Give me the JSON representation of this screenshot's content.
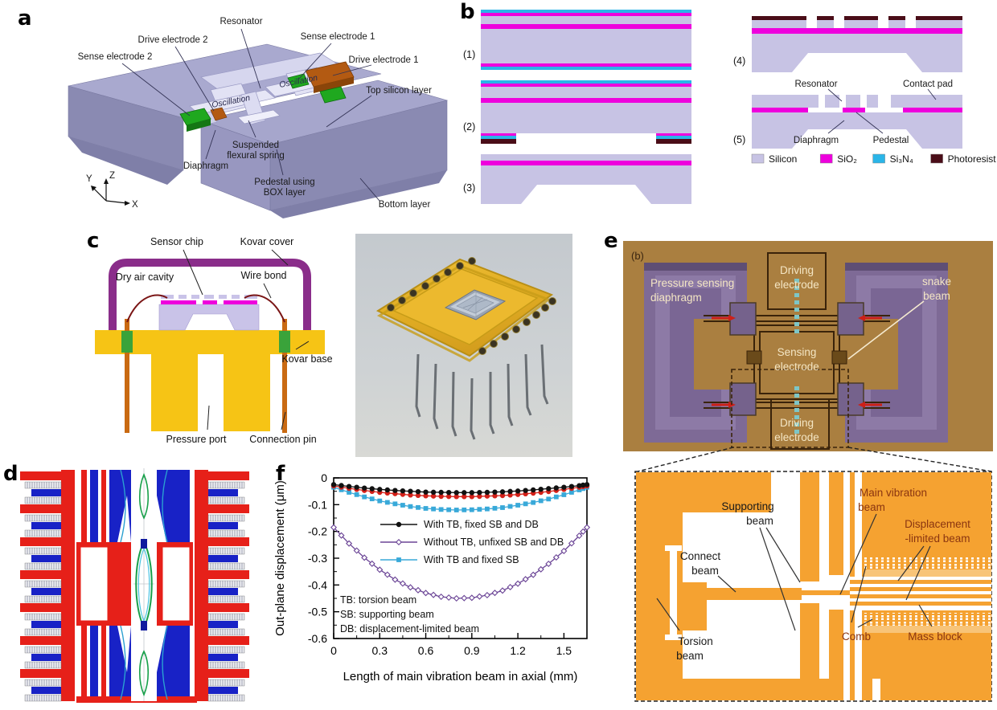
{
  "a": {
    "letter": "a",
    "labels": {
      "resonator": "Resonator",
      "drive2": "Drive electrode 2",
      "sense2": "Sense electrode 2",
      "sense1": "Sense electrode 1",
      "drive1": "Drive electrode 1",
      "top_silicon": "Top silicon layer",
      "oscillation_left": "Oscillation",
      "oscillation_right": "Oscillation",
      "suspended1": "Suspended",
      "suspended2": "flexural spring",
      "diaphragm": "Diaphragm",
      "pedestal1": "Pedestal using",
      "pedestal2": "BOX layer",
      "bottom_layer": "Bottom layer",
      "axis_x": "X",
      "axis_y": "Y",
      "axis_z": "Z"
    }
  },
  "b": {
    "letter": "b",
    "steps": [
      "(1)",
      "(2)",
      "(3)",
      "(4)",
      "(5)"
    ],
    "labels": {
      "resonator": "Resonator",
      "contact_pad": "Contact pad",
      "diaphragm": "Diaphragm",
      "pedestal": "Pedestal"
    },
    "legend": [
      {
        "name": "Silicon",
        "color": "#c7c3e4"
      },
      {
        "name": "SiO₂",
        "color": "#ee00dd"
      },
      {
        "name": "Si₃N₄",
        "color": "#2ab5e8"
      },
      {
        "name": "Photoresist",
        "color": "#4a0d18"
      }
    ]
  },
  "c": {
    "letter": "c",
    "labels": {
      "sensor_chip": "Sensor chip",
      "kovar_cover": "Kovar cover",
      "dry_air": "Dry air cavity",
      "wire_bond": "Wire bond",
      "kovar_base": "Kovar base",
      "pressure_port": "Pressure port",
      "connection_pin": "Connection pin"
    }
  },
  "d": {
    "letter": "d"
  },
  "e": {
    "letter": "e",
    "sub_label": "(b)",
    "labels": {
      "pressure1": "Pressure sensing",
      "pressure2": "diaphragm",
      "driving_top1": "Driving",
      "driving_top2": "electrode",
      "snake1": "snake",
      "snake2": "beam",
      "sensing1": "Sensing",
      "sensing2": "electrode",
      "driving_bot1": "Driving",
      "driving_bot2": "electrode"
    },
    "zoom_labels": {
      "supporting1": "Supporting",
      "supporting2": "beam",
      "main1": "Main vibration",
      "main2": "beam",
      "displacement1": "Displacement",
      "displacement2": "-limited beam",
      "connect1": "Connect",
      "connect2": "beam",
      "torsion1": "Torsion",
      "torsion2": "beam",
      "comb": "Comb",
      "mass": "Mass block"
    }
  },
  "f": {
    "letter": "f"
  },
  "chart_data": {
    "type": "line",
    "title": "",
    "xlabel": "Length of main vibration beam in axial (mm)",
    "ylabel": "Out-plane displacement (μm)",
    "xlim": [
      0,
      1.65
    ],
    "ylim": [
      -0.6,
      0
    ],
    "xticks": [
      0,
      0.3,
      0.6,
      0.9,
      1.2,
      1.5
    ],
    "yticks": [
      0,
      -0.1,
      -0.2,
      -0.3,
      -0.4,
      -0.5,
      -0.6
    ],
    "grid": false,
    "legend_position": "upper center inside",
    "annotations": [
      "TB: torsion beam",
      "SB: supporting beam",
      "DB: displacement-limited beam"
    ],
    "x": [
      0,
      0.1,
      0.2,
      0.3,
      0.4,
      0.5,
      0.6,
      0.7,
      0.8,
      0.9,
      1.0,
      1.1,
      1.2,
      1.3,
      1.4,
      1.5,
      1.6,
      1.65
    ],
    "series": [
      {
        "name": "Without TB, unfixed SB and DB",
        "color": "#6b4596",
        "marker": "diamond",
        "fill": false,
        "legend": true,
        "legend_order": 2,
        "y": [
          -0.185,
          -0.245,
          -0.298,
          -0.343,
          -0.38,
          -0.409,
          -0.43,
          -0.444,
          -0.45,
          -0.448,
          -0.438,
          -0.421,
          -0.395,
          -0.362,
          -0.321,
          -0.273,
          -0.216,
          -0.185
        ]
      },
      {
        "name": "With TB and fixed SB",
        "color": "#39a9d9",
        "marker": "square",
        "fill": true,
        "legend": true,
        "legend_order": 3,
        "y": [
          -0.035,
          -0.054,
          -0.071,
          -0.086,
          -0.097,
          -0.107,
          -0.114,
          -0.118,
          -0.12,
          -0.119,
          -0.116,
          -0.111,
          -0.102,
          -0.092,
          -0.079,
          -0.063,
          -0.045,
          -0.035
        ]
      },
      {
        "name": "",
        "color": "#d42019",
        "marker": "circle",
        "fill": true,
        "legend": false,
        "legend_order": 0,
        "y": [
          -0.03,
          -0.039,
          -0.047,
          -0.054,
          -0.059,
          -0.064,
          -0.067,
          -0.069,
          -0.07,
          -0.07,
          -0.068,
          -0.066,
          -0.062,
          -0.057,
          -0.051,
          -0.043,
          -0.035,
          -0.03
        ]
      },
      {
        "name": "With TB, fixed SB and DB",
        "color": "#111111",
        "marker": "circle",
        "fill": true,
        "legend": true,
        "legend_order": 1,
        "y": [
          -0.025,
          -0.032,
          -0.038,
          -0.043,
          -0.047,
          -0.05,
          -0.053,
          -0.054,
          -0.055,
          -0.055,
          -0.054,
          -0.052,
          -0.049,
          -0.045,
          -0.04,
          -0.035,
          -0.029,
          -0.025
        ]
      }
    ]
  },
  "colors": {
    "silicon": "#c7c3e4",
    "sio2": "#ee00dd",
    "si3n4": "#2ab5e8",
    "photoresist": "#4a0d18",
    "wafer_top": "#a6a6cc",
    "wafer_front": "#8a8ab2",
    "resonator_body": "#dcdcf2",
    "electrode_green": "#1fa81f",
    "electrode_orange": "#b35a12",
    "kovar_purple": "#8a2d8a",
    "base_gold": "#f6c415",
    "pin_orange": "#c96a12",
    "seal_green": "#3aa33a",
    "wire_red": "#7a1515",
    "micrograph_tan": "#aa7f40",
    "diaphragm_purple": "#7e6a96",
    "layout_orange": "#f5a231",
    "fem_red": "#e62019",
    "fem_blue": "#1822c6"
  }
}
